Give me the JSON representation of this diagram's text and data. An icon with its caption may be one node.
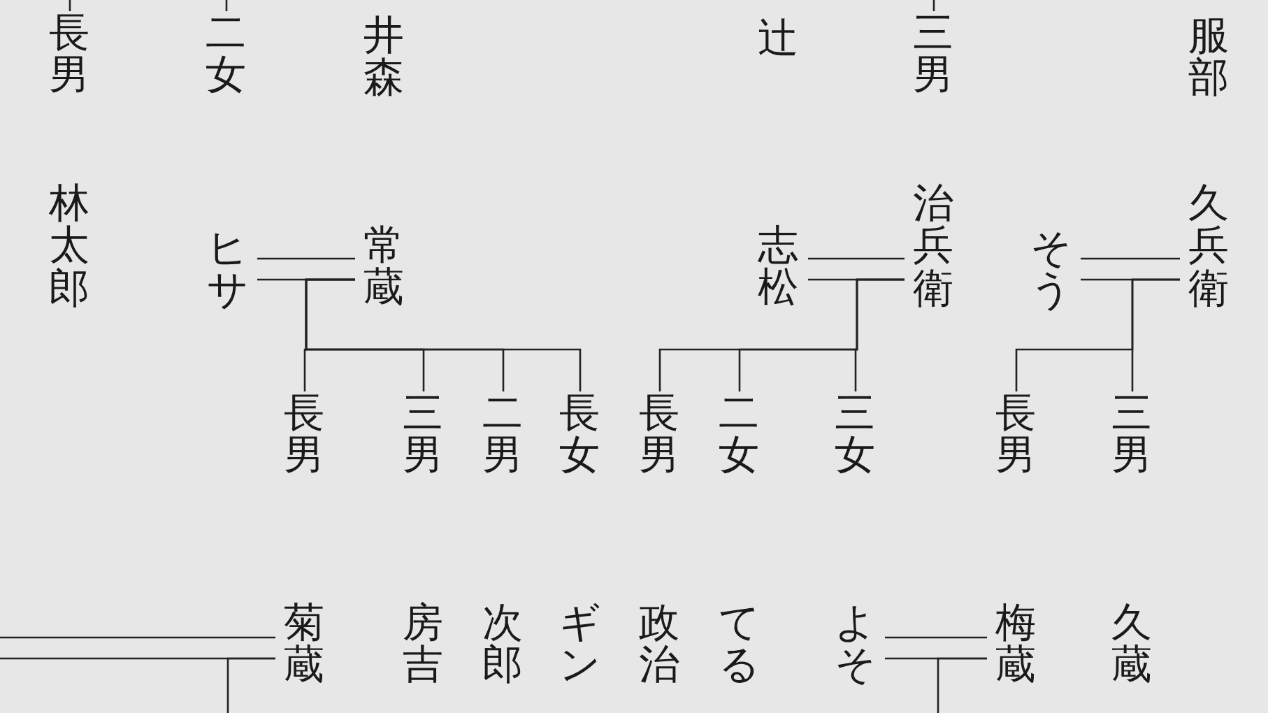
{
  "diagram": {
    "nodes": [
      {
        "text": [
          "長男"
        ]
      },
      {
        "text": [
          "二女"
        ]
      },
      {
        "text": [
          "井森"
        ]
      },
      {
        "text": [
          "辻"
        ]
      },
      {
        "text": [
          "三男"
        ]
      },
      {
        "text": [
          "服部"
        ]
      },
      {
        "text": [
          "林太郎"
        ]
      },
      {
        "text": [
          "ヒサ"
        ]
      },
      {
        "text": [
          "常蔵"
        ]
      },
      {
        "text": [
          "志松"
        ]
      },
      {
        "text": [
          "治兵衛"
        ]
      },
      {
        "text": [
          "そう"
        ]
      },
      {
        "text": [
          "久兵衛"
        ]
      },
      {
        "text": [
          "長男"
        ]
      },
      {
        "text": [
          "三男"
        ]
      },
      {
        "text": [
          "二男"
        ]
      },
      {
        "text": [
          "長女"
        ]
      },
      {
        "text": [
          "長男"
        ]
      },
      {
        "text": [
          "二女"
        ]
      },
      {
        "text": [
          "三女"
        ]
      },
      {
        "text": [
          "長男"
        ]
      },
      {
        "text": [
          "三男"
        ]
      },
      {
        "text": [
          "菊蔵"
        ]
      },
      {
        "text": [
          "房吉"
        ]
      },
      {
        "text": [
          "次郎"
        ]
      },
      {
        "text": [
          "ギン"
        ]
      },
      {
        "text": [
          "政治"
        ]
      },
      {
        "text": [
          "てる"
        ]
      },
      {
        "text": [
          "よそ"
        ]
      },
      {
        "text": [
          "梅蔵"
        ]
      },
      {
        "text": [
          "久蔵"
        ]
      }
    ],
    "edges": [
      {
        "from": null,
        "to": 0,
        "arrow": "none"
      },
      {
        "from": null,
        "to": 1,
        "arrow": "none"
      },
      {
        "from": null,
        "to": 4,
        "arrow": "none"
      },
      {
        "from": 7,
        "to": 8,
        "arrow": "none"
      },
      {
        "from": 9,
        "to": 10,
        "arrow": "none"
      },
      {
        "from": 11,
        "to": 12,
        "arrow": "none"
      },
      {
        "from": 8,
        "to": 13,
        "arrow": "none"
      },
      {
        "from": 8,
        "to": 14,
        "arrow": "none"
      },
      {
        "from": 8,
        "to": 15,
        "arrow": "none"
      },
      {
        "from": 8,
        "to": 16,
        "arrow": "none"
      },
      {
        "from": 10,
        "to": 17,
        "arrow": "none"
      },
      {
        "from": 10,
        "to": 18,
        "arrow": "none"
      },
      {
        "from": 10,
        "to": 19,
        "arrow": "none"
      },
      {
        "from": 12,
        "to": 20,
        "arrow": "none"
      },
      {
        "from": 12,
        "to": 21,
        "arrow": "none"
      },
      {
        "from": null,
        "to": 22,
        "arrow": "none"
      },
      {
        "from": 28,
        "to": 29,
        "arrow": "none"
      },
      {
        "from": 22,
        "to": null,
        "arrow": "none"
      },
      {
        "from": 29,
        "to": null,
        "arrow": "none"
      }
    ]
  }
}
